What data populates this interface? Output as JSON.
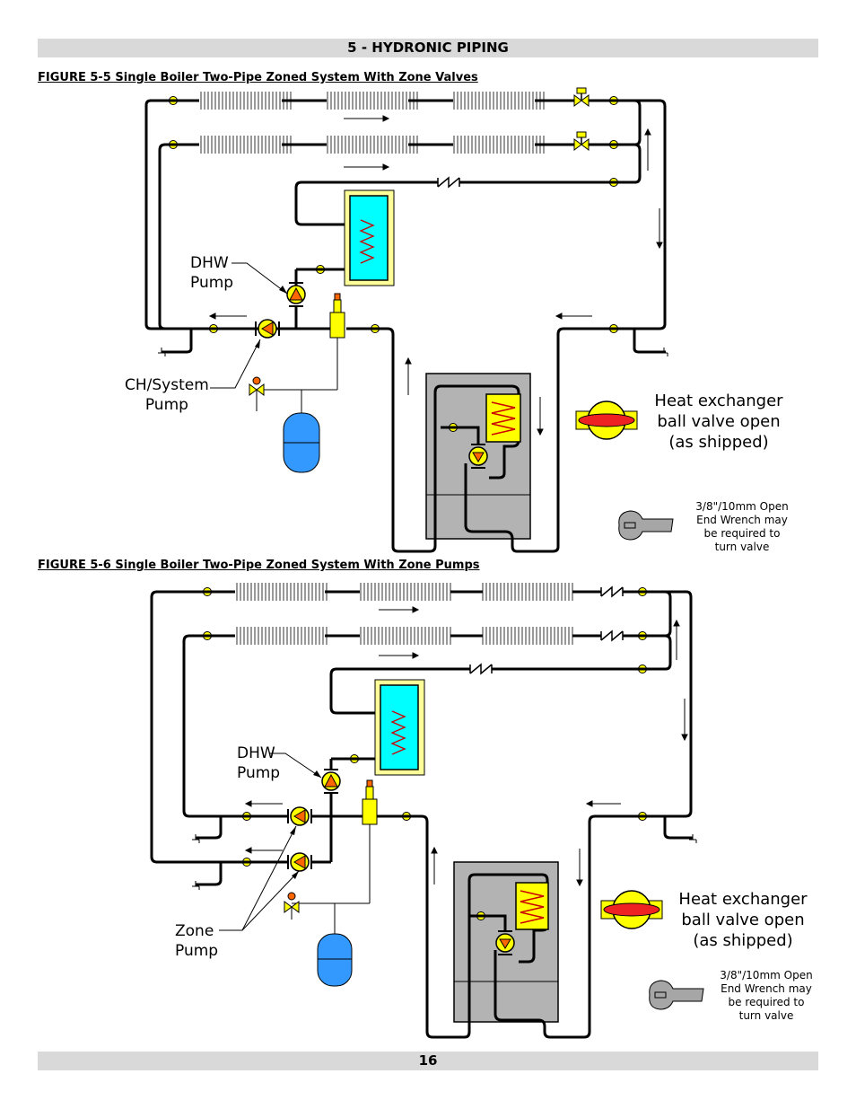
{
  "header": {
    "section_title": "5 - HYDRONIC PIPING"
  },
  "figure_5_5": {
    "title": "FIGURE 5-5 Single Boiler Two-Pipe Zoned System With Zone Valves",
    "dhw_pump_label": [
      "DHW",
      "Pump"
    ],
    "system_pump_label": [
      "CH/System",
      "Pump"
    ],
    "legend": [
      "Heat exchanger",
      "ball valve open",
      "(as shipped)"
    ],
    "wrench_note": [
      "3/8\"/10mm Open",
      "End Wrench may",
      "be required to",
      "turn valve"
    ]
  },
  "figure_5_6": {
    "title": "FIGURE 5-6 Single Boiler Two-Pipe Zoned System With Zone Pumps",
    "dhw_pump_label": [
      "DHW",
      "Pump"
    ],
    "zone_pump_label": [
      "Zone",
      "Pump"
    ],
    "legend": [
      "Heat exchanger",
      "ball valve open",
      "(as shipped)"
    ],
    "wrench_note": [
      "3/8\"/10mm Open",
      "End Wrench may",
      "be required to",
      "turn valve"
    ]
  },
  "footer": {
    "page_number": "16"
  },
  "colors": {
    "pipe": "#000000",
    "valve": "#ffff00",
    "pump": "#ff6600",
    "tank": "#00ffff",
    "boiler": "#b3b3b3",
    "expansion_tank": "#3399ff",
    "ball_valve_handle": "#ee2222"
  }
}
